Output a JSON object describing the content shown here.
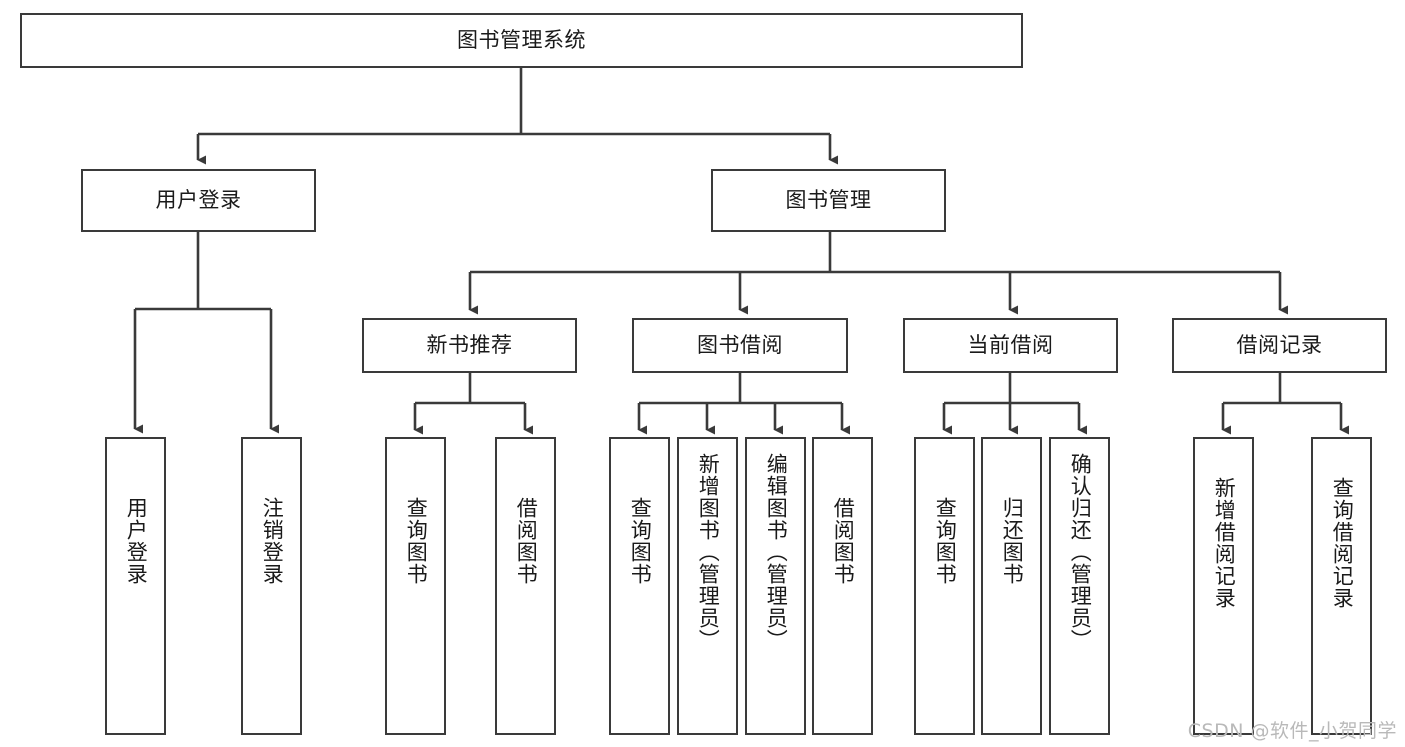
{
  "diagram": {
    "type": "tree-hierarchy",
    "title": "图书管理系统",
    "orientation": "top-down",
    "nodes": {
      "root": {
        "label": "图书管理系统"
      },
      "level2": [
        {
          "id": "user-login",
          "label": "用户登录"
        },
        {
          "id": "book-manage",
          "label": "图书管理"
        }
      ],
      "level3": [
        {
          "id": "new-book-recommend",
          "label": "新书推荐"
        },
        {
          "id": "book-borrow",
          "label": "图书借阅"
        },
        {
          "id": "current-borrow",
          "label": "当前借阅"
        },
        {
          "id": "borrow-record",
          "label": "借阅记录"
        }
      ],
      "leaves": {
        "user_login": [
          {
            "id": "leaf-user-login",
            "label": "用户登录"
          },
          {
            "id": "leaf-user-logout",
            "label": "注销登录"
          }
        ],
        "new_book_recommend": [
          {
            "id": "leaf-query-book-1",
            "label": "查询图书"
          },
          {
            "id": "leaf-borrow-book-1",
            "label": "借阅图书"
          }
        ],
        "book_borrow": [
          {
            "id": "leaf-query-book-2",
            "label": "查询图书"
          },
          {
            "id": "leaf-add-book",
            "label": "新增图书（管理员）"
          },
          {
            "id": "leaf-edit-book",
            "label": "编辑图书（管理员）"
          },
          {
            "id": "leaf-borrow-book-2",
            "label": "借阅图书"
          }
        ],
        "current_borrow": [
          {
            "id": "leaf-query-book-3",
            "label": "查询图书"
          },
          {
            "id": "leaf-return-book",
            "label": "归还图书"
          },
          {
            "id": "leaf-confirm-return",
            "label": "确认归还（管理员）"
          }
        ],
        "borrow_record": [
          {
            "id": "leaf-add-record",
            "label": "新增借阅记录"
          },
          {
            "id": "leaf-query-record",
            "label": "查询借阅记录"
          }
        ]
      }
    },
    "colors": {
      "border": "#3a3a3a",
      "text": "#1a1a1a",
      "background": "#ffffff",
      "connector": "#3a3a3a",
      "watermark": "#b9b9b9"
    }
  },
  "watermark": {
    "text": "CSDN @软件_小贺同学"
  }
}
